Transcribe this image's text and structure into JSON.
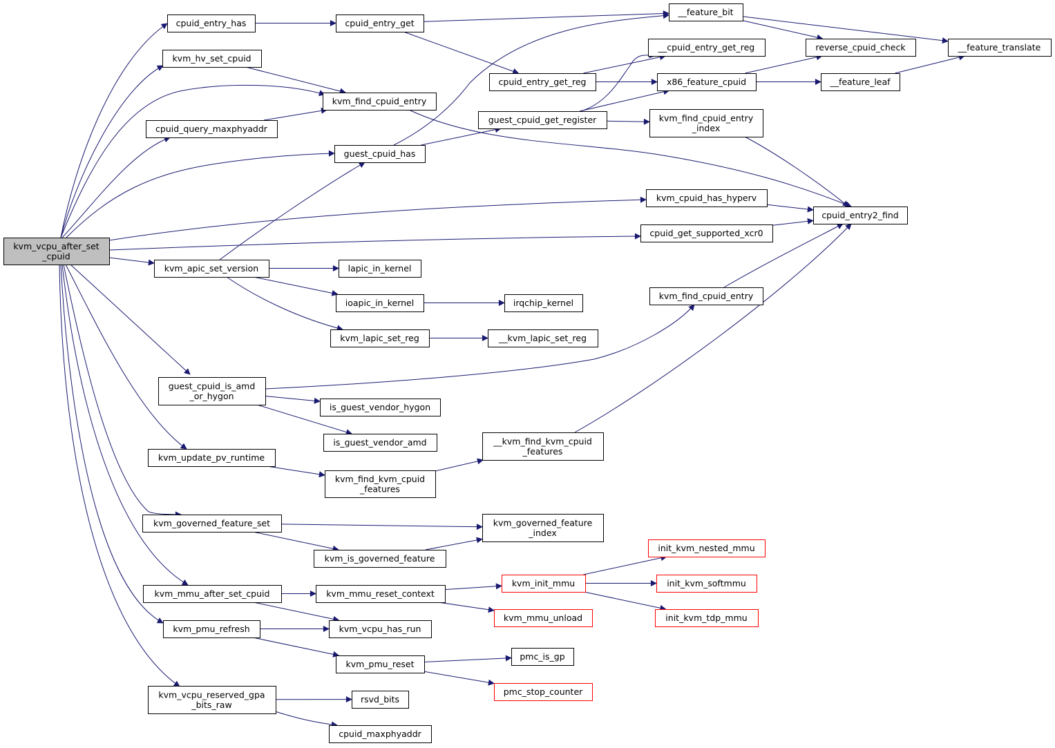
{
  "colors": {
    "edge": "#191970",
    "root_fill": "#bfbfbf",
    "truncated_border": "#ff0000"
  },
  "nodes": {
    "root": {
      "lines": [
        "kvm_vcpu_after_set",
        "_cpuid"
      ],
      "kind": "root"
    },
    "cpuid_entry_has": {
      "lines": [
        "cpuid_entry_has"
      ]
    },
    "cpuid_entry_get": {
      "lines": [
        "cpuid_entry_get"
      ]
    },
    "feature_bit": {
      "lines": [
        "__feature_bit"
      ]
    },
    "reverse_cpuid_check": {
      "lines": [
        "reverse_cpuid_check"
      ]
    },
    "feature_translate": {
      "lines": [
        "__feature_translate"
      ]
    },
    "cpuid_entry_get_reg_fn": {
      "lines": [
        "__cpuid_entry_get_reg"
      ]
    },
    "kvm_hv_set_cpuid": {
      "lines": [
        "kvm_hv_set_cpuid"
      ]
    },
    "kvm_find_cpuid_entry_a": {
      "lines": [
        "kvm_find_cpuid_entry"
      ]
    },
    "cpuid_entry_get_reg": {
      "lines": [
        "cpuid_entry_get_reg"
      ]
    },
    "x86_feature_cpuid": {
      "lines": [
        "x86_feature_cpuid"
      ]
    },
    "feature_leaf": {
      "lines": [
        "__feature_leaf"
      ]
    },
    "guest_cpuid_get_register": {
      "lines": [
        "guest_cpuid_get_register"
      ]
    },
    "kvm_find_cpuid_entry_index": {
      "lines": [
        "kvm_find_cpuid_entry",
        "_index"
      ]
    },
    "cpuid_query_maxphyaddr": {
      "lines": [
        "cpuid_query_maxphyaddr"
      ]
    },
    "guest_cpuid_has": {
      "lines": [
        "guest_cpuid_has"
      ]
    },
    "kvm_cpuid_has_hyperv": {
      "lines": [
        "kvm_cpuid_has_hyperv"
      ]
    },
    "cpuid_entry2_find": {
      "lines": [
        "cpuid_entry2_find"
      ]
    },
    "cpuid_get_supported_xcr0": {
      "lines": [
        "cpuid_get_supported_xcr0"
      ]
    },
    "kvm_apic_set_version": {
      "lines": [
        "kvm_apic_set_version"
      ]
    },
    "lapic_in_kernel": {
      "lines": [
        "lapic_in_kernel"
      ]
    },
    "ioapic_in_kernel": {
      "lines": [
        "ioapic_in_kernel"
      ]
    },
    "irqchip_kernel": {
      "lines": [
        "irqchip_kernel"
      ]
    },
    "kvm_find_cpuid_entry_b": {
      "lines": [
        "kvm_find_cpuid_entry"
      ]
    },
    "kvm_lapic_set_reg": {
      "lines": [
        "kvm_lapic_set_reg"
      ]
    },
    "kvm_lapic_set_reg_fn": {
      "lines": [
        "__kvm_lapic_set_reg"
      ]
    },
    "guest_cpuid_is_amd_or_hygon": {
      "lines": [
        "guest_cpuid_is_amd",
        "_or_hygon"
      ]
    },
    "is_guest_vendor_hygon": {
      "lines": [
        "is_guest_vendor_hygon"
      ]
    },
    "is_guest_vendor_amd": {
      "lines": [
        "is_guest_vendor_amd"
      ]
    },
    "kvm_find_kvm_cpuid_features_fn": {
      "lines": [
        "__kvm_find_kvm_cpuid",
        "_features"
      ]
    },
    "kvm_update_pv_runtime": {
      "lines": [
        "kvm_update_pv_runtime"
      ]
    },
    "kvm_find_kvm_cpuid_features": {
      "lines": [
        "kvm_find_kvm_cpuid",
        "_features"
      ]
    },
    "kvm_governed_feature_set": {
      "lines": [
        "kvm_governed_feature_set"
      ]
    },
    "kvm_governed_feature_index": {
      "lines": [
        "kvm_governed_feature",
        "_index"
      ]
    },
    "kvm_is_governed_feature": {
      "lines": [
        "kvm_is_governed_feature"
      ]
    },
    "init_kvm_nested_mmu": {
      "lines": [
        "init_kvm_nested_mmu"
      ],
      "kind": "truncated"
    },
    "kvm_init_mmu": {
      "lines": [
        "kvm_init_mmu"
      ],
      "kind": "truncated"
    },
    "init_kvm_softmmu": {
      "lines": [
        "init_kvm_softmmu"
      ],
      "kind": "truncated"
    },
    "kvm_mmu_after_set_cpuid": {
      "lines": [
        "kvm_mmu_after_set_cpuid"
      ]
    },
    "kvm_mmu_reset_context": {
      "lines": [
        "kvm_mmu_reset_context"
      ]
    },
    "init_kvm_tdp_mmu": {
      "lines": [
        "init_kvm_tdp_mmu"
      ],
      "kind": "truncated"
    },
    "kvm_mmu_unload": {
      "lines": [
        "kvm_mmu_unload"
      ],
      "kind": "truncated"
    },
    "kvm_pmu_refresh": {
      "lines": [
        "kvm_pmu_refresh"
      ]
    },
    "kvm_vcpu_has_run": {
      "lines": [
        "kvm_vcpu_has_run"
      ]
    },
    "pmc_is_gp": {
      "lines": [
        "pmc_is_gp"
      ]
    },
    "kvm_pmu_reset": {
      "lines": [
        "kvm_pmu_reset"
      ]
    },
    "pmc_stop_counter": {
      "lines": [
        "pmc_stop_counter"
      ],
      "kind": "truncated"
    },
    "kvm_vcpu_reserved_gpa_bits_raw": {
      "lines": [
        "kvm_vcpu_reserved_gpa",
        "_bits_raw"
      ]
    },
    "rsvd_bits": {
      "lines": [
        "rsvd_bits"
      ]
    },
    "cpuid_maxphyaddr": {
      "lines": [
        "cpuid_maxphyaddr"
      ]
    }
  },
  "edges": [
    [
      "root",
      "cpuid_entry_has"
    ],
    [
      "root",
      "kvm_hv_set_cpuid"
    ],
    [
      "root",
      "kvm_find_cpuid_entry_a"
    ],
    [
      "root",
      "cpuid_query_maxphyaddr"
    ],
    [
      "root",
      "guest_cpuid_has"
    ],
    [
      "root",
      "kvm_cpuid_has_hyperv"
    ],
    [
      "root",
      "cpuid_get_supported_xcr0"
    ],
    [
      "root",
      "kvm_apic_set_version"
    ],
    [
      "root",
      "guest_cpuid_is_amd_or_hygon"
    ],
    [
      "root",
      "kvm_update_pv_runtime"
    ],
    [
      "root",
      "kvm_governed_feature_set"
    ],
    [
      "root",
      "kvm_mmu_after_set_cpuid"
    ],
    [
      "root",
      "kvm_pmu_refresh"
    ],
    [
      "root",
      "kvm_vcpu_reserved_gpa_bits_raw"
    ],
    [
      "cpuid_entry_has",
      "cpuid_entry_get"
    ],
    [
      "cpuid_entry_get",
      "feature_bit"
    ],
    [
      "cpuid_entry_get",
      "cpuid_entry_get_reg"
    ],
    [
      "feature_bit",
      "reverse_cpuid_check"
    ],
    [
      "feature_bit",
      "feature_translate"
    ],
    [
      "cpuid_entry_get_reg",
      "cpuid_entry_get_reg_fn"
    ],
    [
      "cpuid_entry_get_reg",
      "x86_feature_cpuid"
    ],
    [
      "x86_feature_cpuid",
      "reverse_cpuid_check"
    ],
    [
      "x86_feature_cpuid",
      "feature_leaf"
    ],
    [
      "feature_leaf",
      "feature_translate"
    ],
    [
      "kvm_hv_set_cpuid",
      "kvm_find_cpuid_entry_a"
    ],
    [
      "cpuid_query_maxphyaddr",
      "kvm_find_cpuid_entry_a"
    ],
    [
      "kvm_find_cpuid_entry_a",
      "cpuid_entry2_find"
    ],
    [
      "guest_cpuid_has",
      "feature_bit"
    ],
    [
      "guest_cpuid_has",
      "guest_cpuid_get_register"
    ],
    [
      "guest_cpuid_get_register",
      "cpuid_entry_get_reg_fn"
    ],
    [
      "guest_cpuid_get_register",
      "x86_feature_cpuid"
    ],
    [
      "guest_cpuid_get_register",
      "kvm_find_cpuid_entry_index"
    ],
    [
      "kvm_find_cpuid_entry_index",
      "cpuid_entry2_find"
    ],
    [
      "kvm_cpuid_has_hyperv",
      "cpuid_entry2_find"
    ],
    [
      "cpuid_get_supported_xcr0",
      "cpuid_entry2_find"
    ],
    [
      "kvm_apic_set_version",
      "guest_cpuid_has"
    ],
    [
      "kvm_apic_set_version",
      "lapic_in_kernel"
    ],
    [
      "kvm_apic_set_version",
      "ioapic_in_kernel"
    ],
    [
      "kvm_apic_set_version",
      "kvm_lapic_set_reg"
    ],
    [
      "ioapic_in_kernel",
      "irqchip_kernel"
    ],
    [
      "kvm_lapic_set_reg",
      "kvm_lapic_set_reg_fn"
    ],
    [
      "guest_cpuid_is_amd_or_hygon",
      "kvm_find_cpuid_entry_b"
    ],
    [
      "guest_cpuid_is_amd_or_hygon",
      "is_guest_vendor_hygon"
    ],
    [
      "guest_cpuid_is_amd_or_hygon",
      "is_guest_vendor_amd"
    ],
    [
      "kvm_find_cpuid_entry_b",
      "cpuid_entry2_find"
    ],
    [
      "kvm_update_pv_runtime",
      "kvm_find_kvm_cpuid_features"
    ],
    [
      "kvm_find_kvm_cpuid_features",
      "kvm_find_kvm_cpuid_features_fn"
    ],
    [
      "kvm_find_kvm_cpuid_features_fn",
      "cpuid_entry2_find"
    ],
    [
      "kvm_governed_feature_set",
      "kvm_governed_feature_index"
    ],
    [
      "kvm_governed_feature_set",
      "kvm_is_governed_feature"
    ],
    [
      "kvm_is_governed_feature",
      "kvm_governed_feature_index"
    ],
    [
      "kvm_mmu_after_set_cpuid",
      "kvm_mmu_reset_context"
    ],
    [
      "kvm_mmu_after_set_cpuid",
      "kvm_vcpu_has_run"
    ],
    [
      "kvm_mmu_reset_context",
      "kvm_init_mmu"
    ],
    [
      "kvm_mmu_reset_context",
      "kvm_mmu_unload"
    ],
    [
      "kvm_init_mmu",
      "init_kvm_nested_mmu"
    ],
    [
      "kvm_init_mmu",
      "init_kvm_softmmu"
    ],
    [
      "kvm_init_mmu",
      "init_kvm_tdp_mmu"
    ],
    [
      "kvm_pmu_refresh",
      "kvm_vcpu_has_run"
    ],
    [
      "kvm_pmu_refresh",
      "kvm_pmu_reset"
    ],
    [
      "kvm_pmu_reset",
      "pmc_is_gp"
    ],
    [
      "kvm_pmu_reset",
      "pmc_stop_counter"
    ],
    [
      "kvm_vcpu_reserved_gpa_bits_raw",
      "rsvd_bits"
    ],
    [
      "kvm_vcpu_reserved_gpa_bits_raw",
      "cpuid_maxphyaddr"
    ]
  ]
}
